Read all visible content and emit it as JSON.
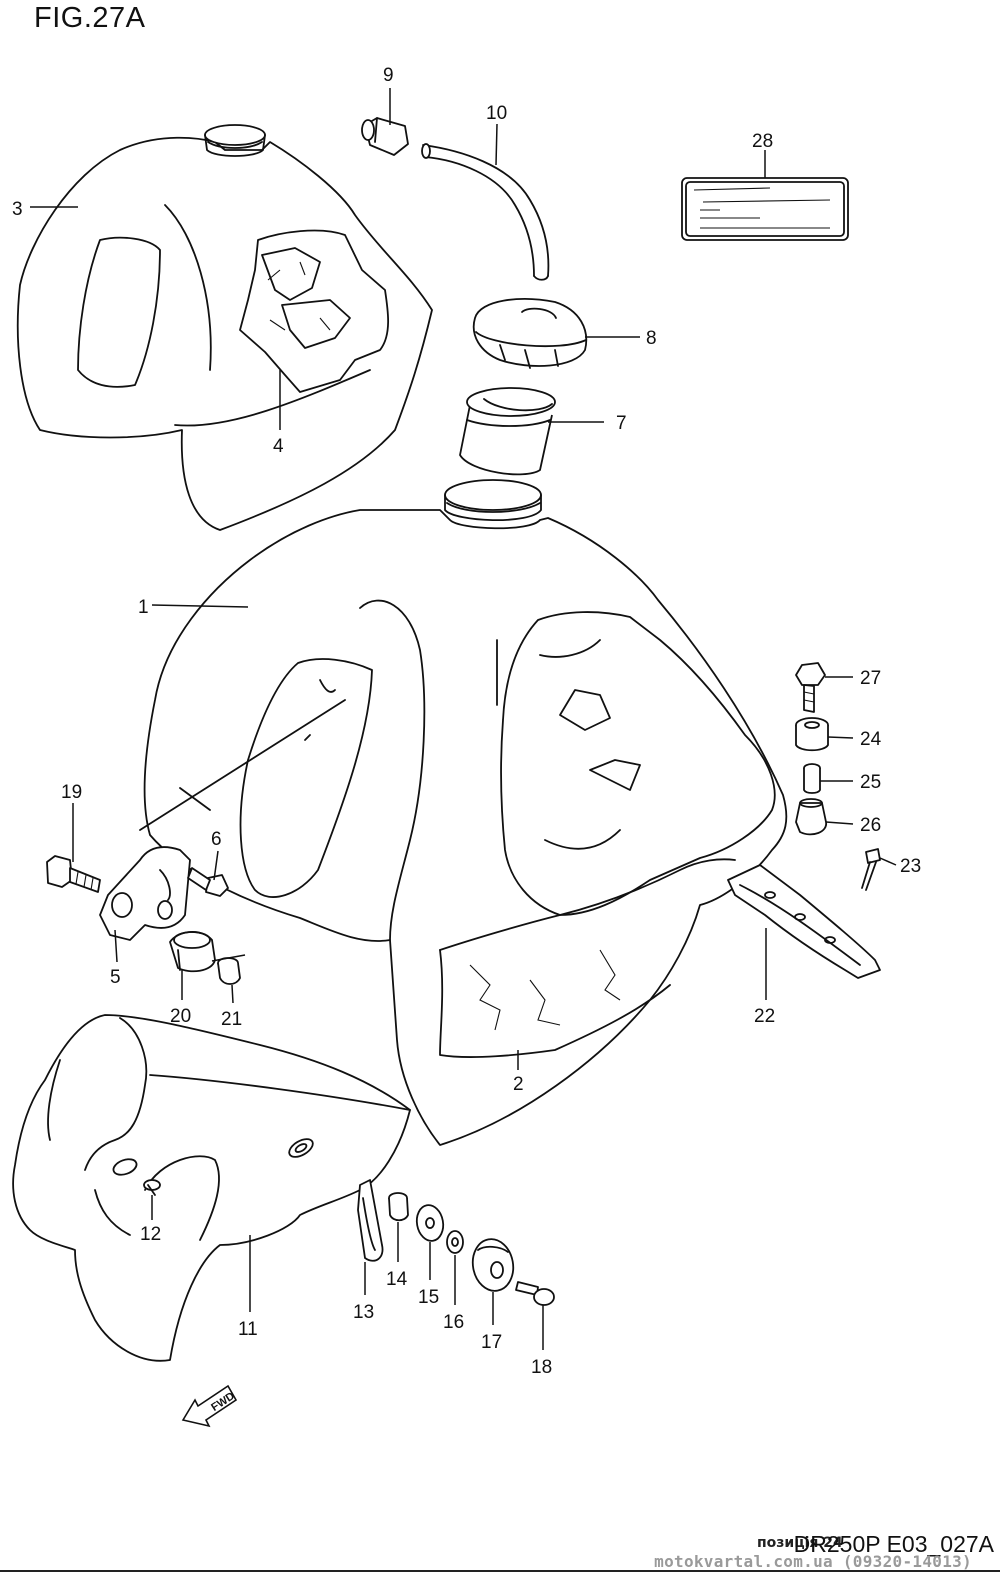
{
  "figure": {
    "title": "FIG.27A",
    "reference_code": "DR250P E03_027A",
    "stamp_text": "позиція 24",
    "site_watermark": "motokvartal.com.ua (09320-14013)",
    "fwd_arrow_label": "FWD"
  },
  "callouts": [
    {
      "id": "1",
      "label": "1"
    },
    {
      "id": "2",
      "label": "2"
    },
    {
      "id": "3",
      "label": "3"
    },
    {
      "id": "4",
      "label": "4"
    },
    {
      "id": "5",
      "label": "5"
    },
    {
      "id": "6",
      "label": "6"
    },
    {
      "id": "7",
      "label": "7"
    },
    {
      "id": "8",
      "label": "8"
    },
    {
      "id": "9",
      "label": "9"
    },
    {
      "id": "10",
      "label": "10"
    },
    {
      "id": "11",
      "label": "11"
    },
    {
      "id": "12",
      "label": "12"
    },
    {
      "id": "13",
      "label": "13"
    },
    {
      "id": "14",
      "label": "14"
    },
    {
      "id": "15",
      "label": "15"
    },
    {
      "id": "16",
      "label": "16"
    },
    {
      "id": "17",
      "label": "17"
    },
    {
      "id": "18",
      "label": "18"
    },
    {
      "id": "19",
      "label": "19"
    },
    {
      "id": "20",
      "label": "20"
    },
    {
      "id": "21",
      "label": "21"
    },
    {
      "id": "22",
      "label": "22"
    },
    {
      "id": "23",
      "label": "23"
    },
    {
      "id": "24",
      "label": "24"
    },
    {
      "id": "25",
      "label": "25"
    },
    {
      "id": "26",
      "label": "26"
    },
    {
      "id": "27",
      "label": "27"
    },
    {
      "id": "28",
      "label": "28"
    }
  ]
}
